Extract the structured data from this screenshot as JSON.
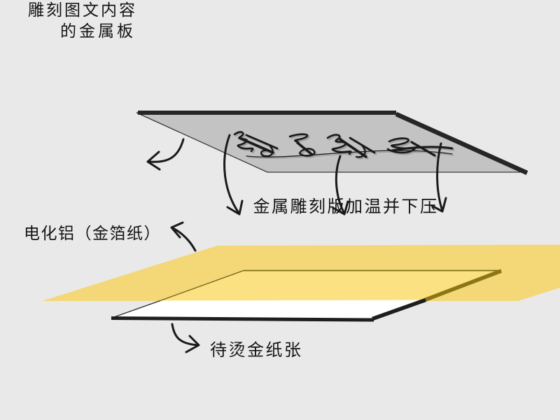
{
  "diagram": {
    "subject": "hot-stamping-process",
    "labels": {
      "plate": {
        "line1": "雕刻图文内容",
        "line2": "的金属板"
      },
      "action": "金属雕刻版加温并下压",
      "foil": "电化铝（金箔纸）",
      "paper": "待烫金纸张"
    },
    "colors": {
      "background": "#E9E9E9",
      "plate_fill": "#C3C3C3",
      "plate_edge": "#262626",
      "foil_fill": "#F4D776",
      "foil_over_paper_fill": "#FBE182",
      "foil_overlap_edge": "#8B7614",
      "paper_fill": "#FFFFFF",
      "edge_dark": "#1E1E1E",
      "ink": "#1A1A1A"
    }
  }
}
